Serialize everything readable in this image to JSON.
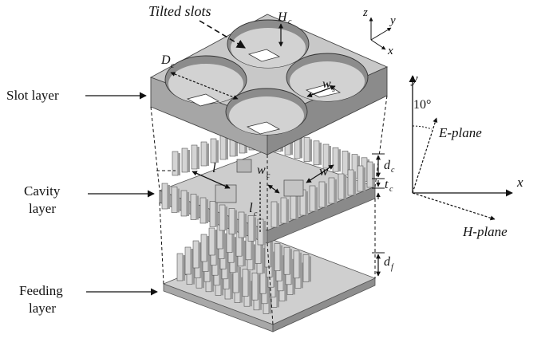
{
  "layers": {
    "slot": "Slot layer",
    "cavity": [
      "Cavity",
      "layer"
    ],
    "feeding": [
      "Feeding",
      "layer"
    ]
  },
  "annotations": {
    "tilted_slots": "Tilted slots",
    "Hc": "H",
    "Hc_sub": "c",
    "Dc": "D",
    "Dc_sub": "c",
    "ws": "w",
    "ws_sub": "s",
    "l": "l",
    "lc": "l",
    "lc_sub": "c",
    "wc": "w",
    "wc_sub": "c",
    "w": "w",
    "dc": "d",
    "dc_sub": "c",
    "tc": "t",
    "tc_sub": "c",
    "df": "d",
    "df_sub": "f"
  },
  "axes_small": {
    "z": "z",
    "y": "y",
    "x": "x"
  },
  "plane_diagram": {
    "y": "y",
    "x": "x",
    "angle": "10°",
    "e_plane": "E-plane",
    "h_plane": "H-plane"
  },
  "colors": {
    "top_face": "#c9c9c9",
    "left_face": "#a6a6a6",
    "right_face": "#8c8c8c",
    "pin_light": "#d4d4d4",
    "pin_dark": "#9a9a9a",
    "line": "#111111"
  }
}
